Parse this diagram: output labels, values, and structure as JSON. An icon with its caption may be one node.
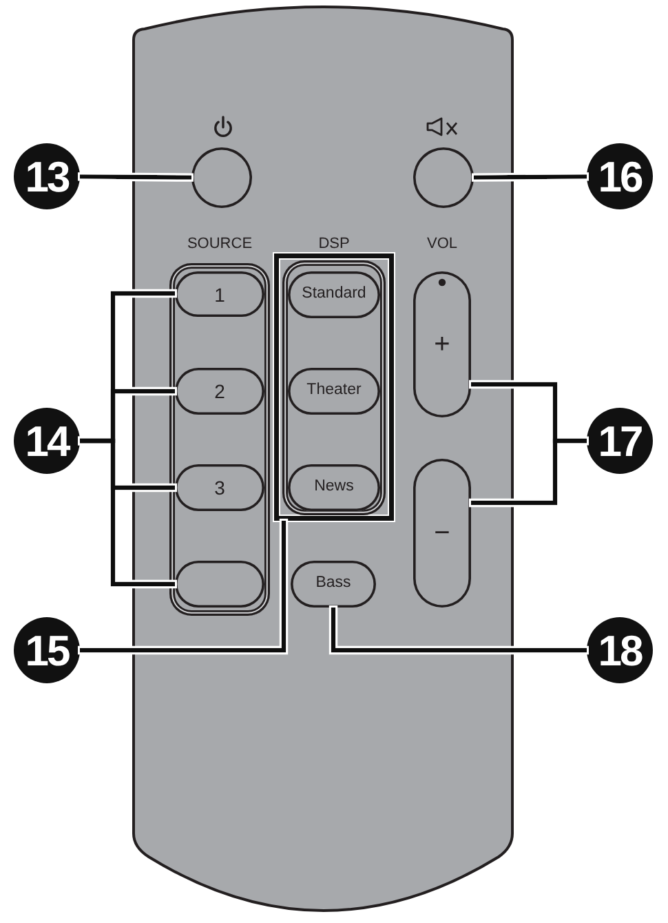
{
  "diagram": {
    "nodes": [
      {
        "text": [
          "13"
        ]
      },
      {
        "text": [],
        "shape": "circle"
      },
      {
        "text": [],
        "shape": "circle"
      },
      {
        "text": [
          "16"
        ]
      },
      {
        "text": [
          "SOURCE"
        ]
      },
      {
        "text": [
          "1"
        ],
        "in": 4
      },
      {
        "text": [
          "2"
        ],
        "in": 4
      },
      {
        "text": [
          "3"
        ],
        "in": 4
      },
      {
        "text": [],
        "shape": "button",
        "in": 4
      },
      {
        "text": [],
        "shape": "box"
      },
      {
        "text": [
          "DSP"
        ],
        "in": 9
      },
      {
        "text": [
          "Standard"
        ],
        "in": 10
      },
      {
        "text": [
          "Theater"
        ],
        "in": 10
      },
      {
        "text": [
          "News"
        ],
        "in": 10
      },
      {
        "text": [
          "+"
        ]
      },
      {
        "text": [
          "−"
        ]
      },
      {
        "text": [
          "14"
        ]
      },
      {
        "text": [
          "17"
        ]
      },
      {
        "text": [
          "Bass"
        ]
      },
      {
        "text": [
          "15"
        ]
      },
      {
        "text": [
          "18"
        ]
      }
    ],
    "edges": [
      {
        "from": 0,
        "to": 1,
        "arrow": "none"
      },
      {
        "from": 3,
        "to": 2,
        "arrow": "none"
      },
      {
        "from": 16,
        "to": 5,
        "arrow": "none"
      },
      {
        "from": 16,
        "to": 6,
        "arrow": "none"
      },
      {
        "from": 16,
        "to": 7,
        "arrow": "none"
      },
      {
        "from": 16,
        "to": 8,
        "arrow": "none"
      },
      {
        "from": 17,
        "to": 14,
        "arrow": "none"
      },
      {
        "from": 17,
        "to": 15,
        "arrow": "none"
      },
      {
        "from": 19,
        "to": 9,
        "arrow": "none"
      },
      {
        "from": 20,
        "to": 18,
        "arrow": "none"
      }
    ],
    "labels": [
      "VOL"
    ]
  }
}
